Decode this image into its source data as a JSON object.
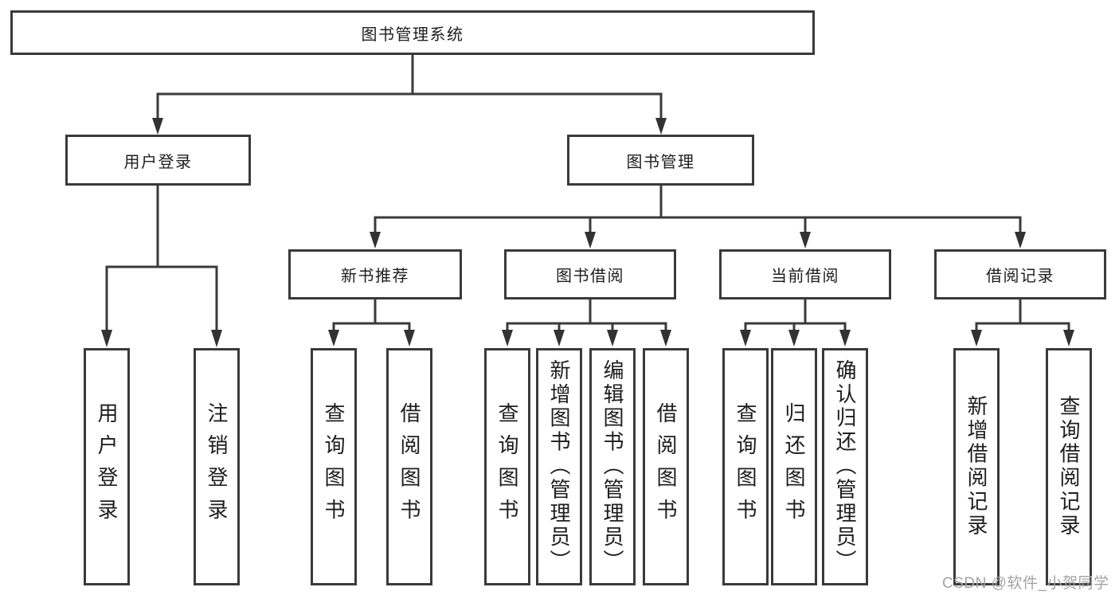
{
  "diagram": {
    "root": {
      "label": "图书管理系统"
    },
    "level2": [
      {
        "label": "用户登录"
      },
      {
        "label": "图书管理"
      }
    ],
    "level3": [
      {
        "label": "新书推荐"
      },
      {
        "label": "图书借阅"
      },
      {
        "label": "当前借阅"
      },
      {
        "label": "借阅记录"
      }
    ],
    "leaves": [
      {
        "label": "用户登录"
      },
      {
        "label": "注销登录"
      },
      {
        "label": "查询图书"
      },
      {
        "label": "借阅图书"
      },
      {
        "label": "查询图书"
      },
      {
        "label": "新增图书（管理员）"
      },
      {
        "label": "编辑图书（管理员）"
      },
      {
        "label": "借阅图书"
      },
      {
        "label": "查询图书"
      },
      {
        "label": "归还图书"
      },
      {
        "label": "确认归还（管理员）"
      },
      {
        "label": "新增借阅记录"
      },
      {
        "label": "查询借阅记录"
      }
    ]
  },
  "watermark": "CSDN @软件_小贺同学",
  "colors": {
    "line": "#3a3a3a",
    "text": "#1d1d1d",
    "watermark": "#a3a3a3",
    "background": "#ffffff"
  }
}
